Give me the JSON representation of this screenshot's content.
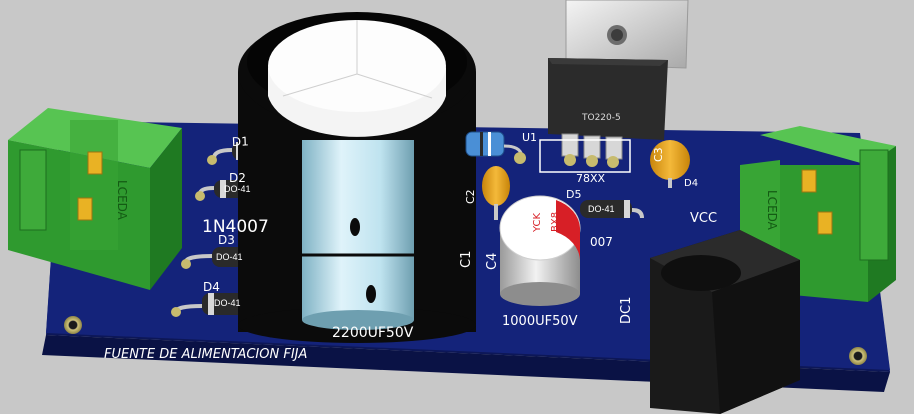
{
  "board": {
    "title": "FUENTE DE ALIMENTACION FIJA",
    "colors": {
      "background": "#c8c8c8",
      "pcb": "#14237a",
      "pcb_edge": "#0d1757",
      "silkscreen": "#ffffff",
      "terminal_green": "#2f9a2f",
      "capacitor_black": "#0b0b0b",
      "capacitor_sleeve": "#bfe3ef",
      "tantalum_yellow": "#e7a317",
      "regulator_metal": "#d4d4d4",
      "regulator_body": "#2b2b2b",
      "dc_jack_black": "#1a1a1a"
    }
  },
  "components": {
    "diodes": {
      "part_label": "1N4007",
      "package": "DO-41",
      "refs": [
        "D1",
        "D2",
        "D3",
        "D4",
        "D5"
      ],
      "d5_value_partial": "007"
    },
    "capacitors": {
      "c1": {
        "ref": "C1",
        "value": "2200UF50V"
      },
      "c2": {
        "ref": "C2"
      },
      "c3": {
        "ref": "C3"
      },
      "c4": {
        "ref": "C4",
        "value": "1000UF50V",
        "cap_text_1": "BX8",
        "cap_text_2": "YCK"
      }
    },
    "regulator": {
      "ref": "U1",
      "value": "78XX",
      "package": "TO220-5"
    },
    "connectors": {
      "input_label": "LCEDA",
      "output_label": "LCEDA",
      "vcc_label": "VCC",
      "dc_jack_ref": "DC1"
    },
    "icons": [
      "diode-icon",
      "capacitor-icon",
      "regulator-icon",
      "terminal-block-icon",
      "dc-jack-icon",
      "mounting-hole-icon"
    ]
  }
}
